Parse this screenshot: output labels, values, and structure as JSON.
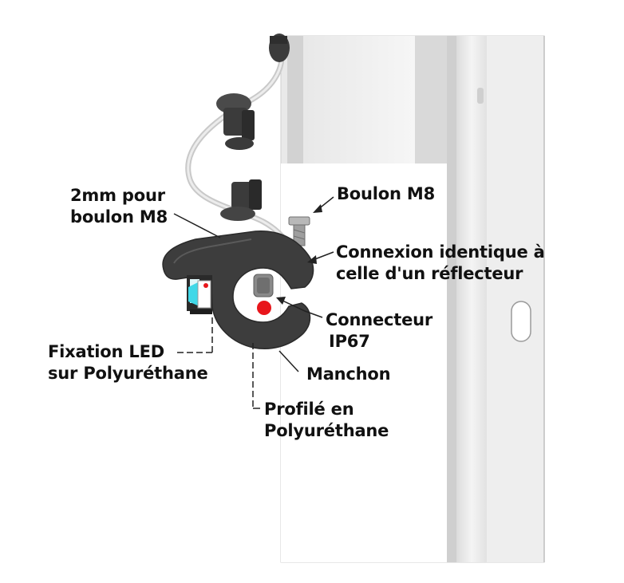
{
  "labels": {
    "bolt_gap": [
      "2mm pour",
      "boulon M8"
    ],
    "bolt": "Boulon M8",
    "connection": [
      "Connexion identique à",
      "celle d'un réflecteur"
    ],
    "connector": [
      "Connecteur",
      "IP67"
    ],
    "led_fixing": [
      "Fixation LED",
      "sur Polyuréthane"
    ],
    "sleeve": "Manchon",
    "profile": [
      "Profilé en",
      "Polyuréthane"
    ]
  },
  "colors": {
    "profile": "#3d3d3d",
    "post_light": "#f2f2f2",
    "post_shadow": "#c9c9c9",
    "led_lens": "#40d8e8",
    "connector_dot": "#e8161b",
    "cable": "#d6d6d6",
    "label_text": "#111111"
  }
}
